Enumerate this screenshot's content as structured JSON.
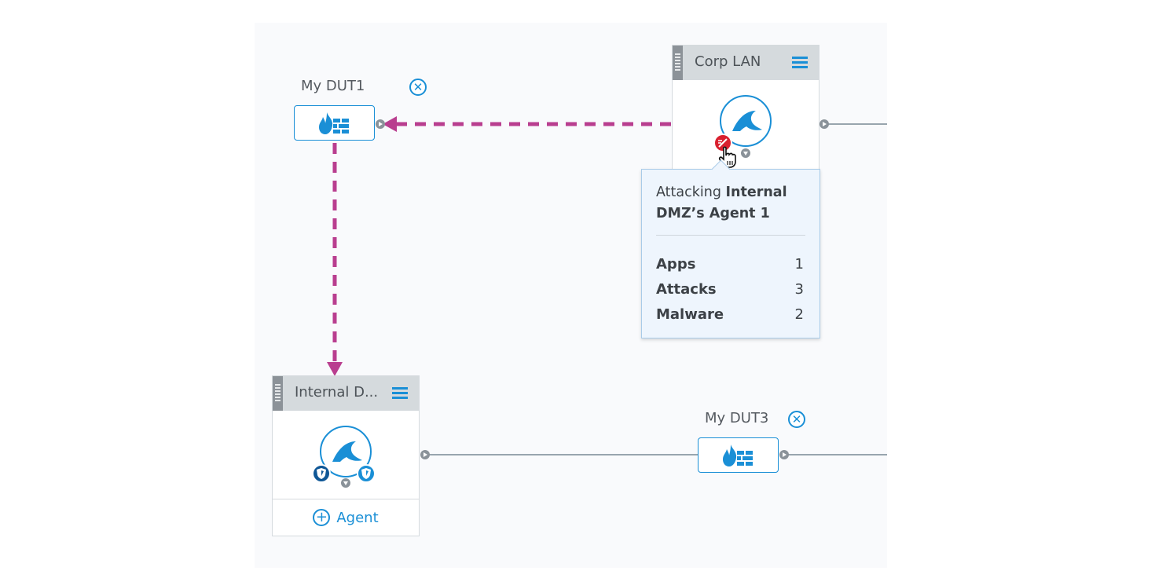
{
  "colors": {
    "accent": "#1a8fd6",
    "attack_path": "#b93e8f",
    "wire": "#98a5ae",
    "attack_badge": "#d9202f",
    "shield_dark": "#0f5796"
  },
  "duts": [
    {
      "label": "My DUT1",
      "icon": "firewall-icon",
      "close_icon": "close-circle-icon"
    },
    {
      "label": "My DUT3",
      "icon": "firewall-icon",
      "close_icon": "close-circle-icon"
    }
  ],
  "networks": [
    {
      "title": "Corp LAN",
      "icon": "wave-agent-icon",
      "menu_icon": "hamburger-menu-icon",
      "badges": [
        "attack-badge-icon"
      ]
    },
    {
      "title": "Internal D...",
      "icon": "wave-agent-icon",
      "menu_icon": "hamburger-menu-icon",
      "badges": [
        "shield-badge-icon",
        "shield-badge-icon"
      ],
      "add_agent_label": "Agent"
    }
  ],
  "tooltip": {
    "prefix": "Attacking",
    "target": "Internal DMZ’s Agent 1",
    "target_line1": "Internal",
    "target_line2": "DMZ’s Agent 1",
    "rows": [
      {
        "label": "Apps",
        "value": "1"
      },
      {
        "label": "Attacks",
        "value": "3"
      },
      {
        "label": "Malware",
        "value": "2"
      }
    ]
  },
  "cursor": "hand-pointer-icon"
}
